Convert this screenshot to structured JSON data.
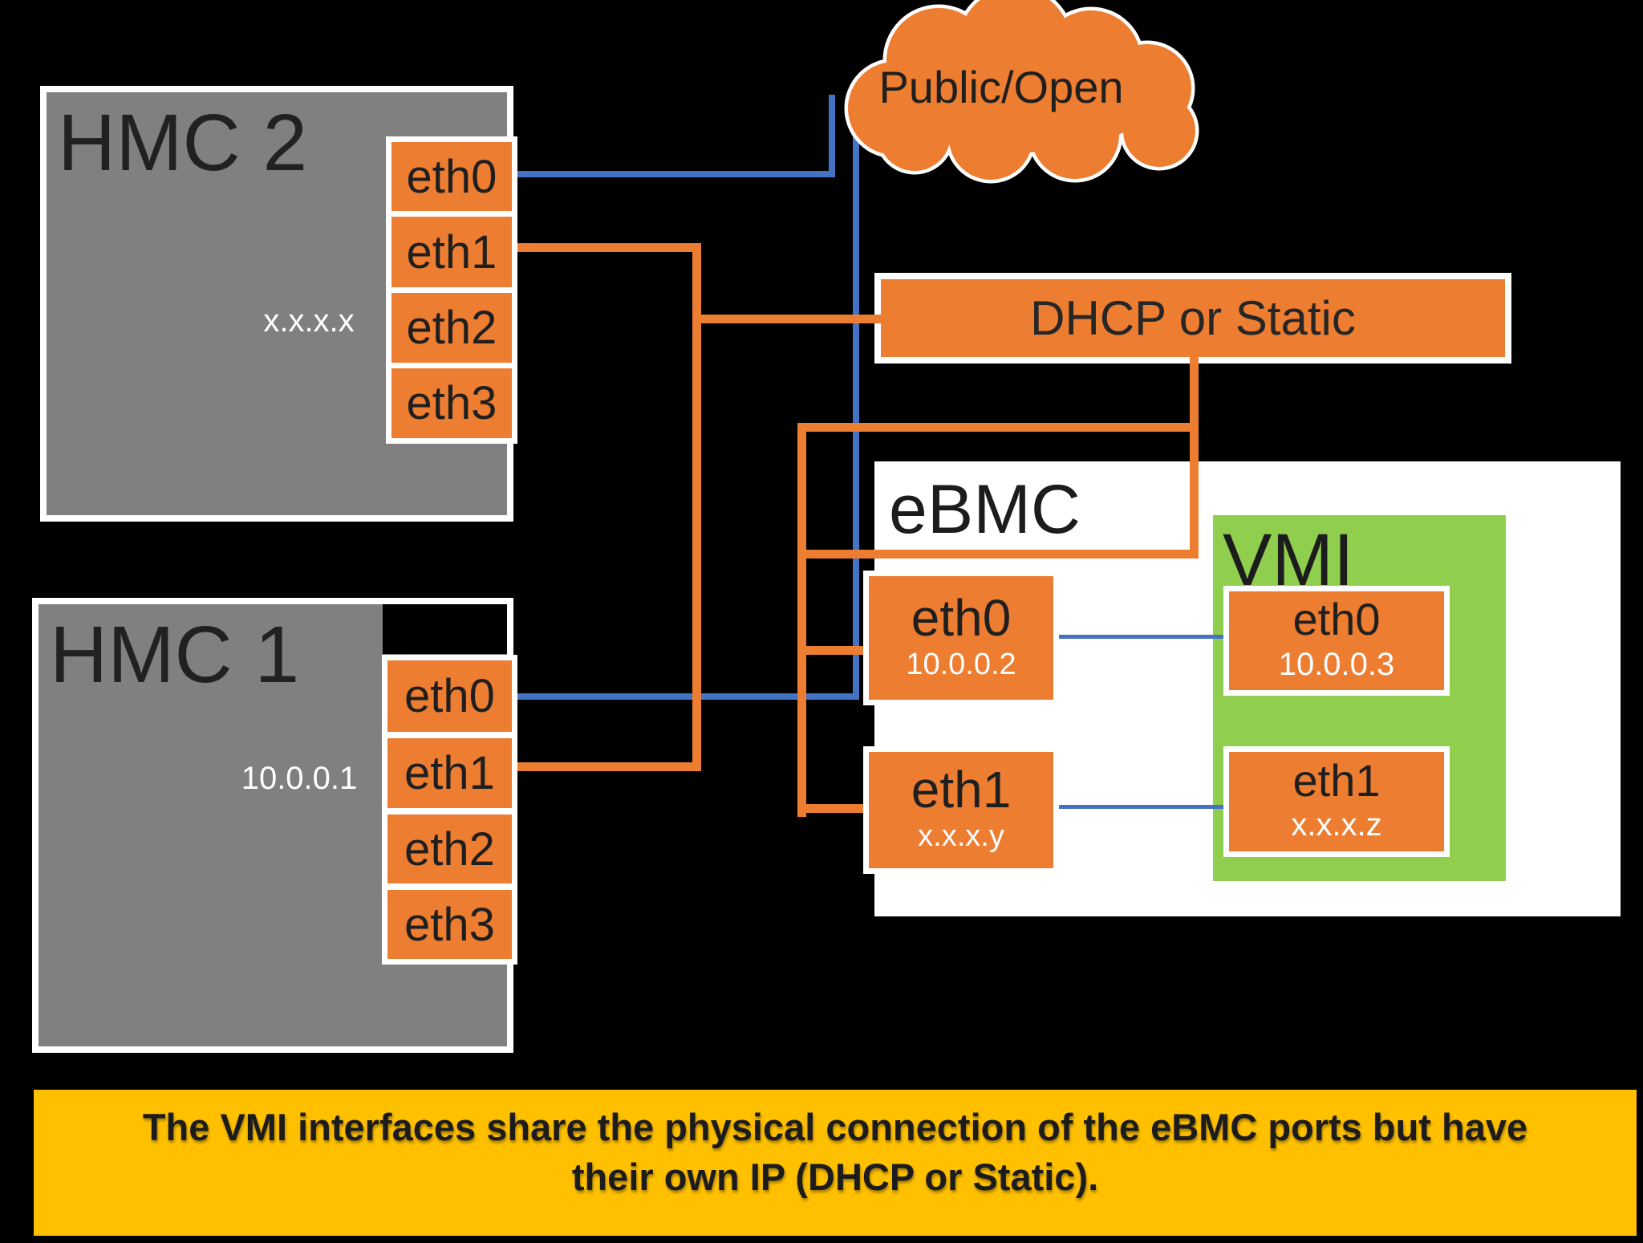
{
  "colors": {
    "background": "#000000",
    "orange": "#ED7D31",
    "blue_line": "#4472C4",
    "gray_box": "#808080",
    "green_box": "#90CF4D",
    "banner_yellow": "#FFC000",
    "white": "#ffffff"
  },
  "cloud": {
    "label": "Public/Open"
  },
  "dhcp": {
    "label": "DHCP or Static"
  },
  "hmc2": {
    "title": "HMC 2",
    "ip": "x.x.x.x",
    "ports": [
      "eth0",
      "eth1",
      "eth2",
      "eth3"
    ]
  },
  "hmc1": {
    "title": "HMC 1",
    "ip": "10.0.0.1",
    "ports": [
      "eth0",
      "eth1",
      "eth2",
      "eth3"
    ]
  },
  "ebmc": {
    "title": "eBMC",
    "eth0": {
      "name": "eth0",
      "ip": "10.0.0.2"
    },
    "eth1": {
      "name": "eth1",
      "ip": "x.x.x.y"
    }
  },
  "vmi": {
    "title": "VMI",
    "eth0": {
      "name": "eth0",
      "ip": "10.0.0.3"
    },
    "eth1": {
      "name": "eth1",
      "ip": "x.x.x.z"
    }
  },
  "banner": {
    "line1": "The VMI interfaces share the physical connection of the eBMC ports but have",
    "line2": "their own IP (DHCP or Static)."
  }
}
